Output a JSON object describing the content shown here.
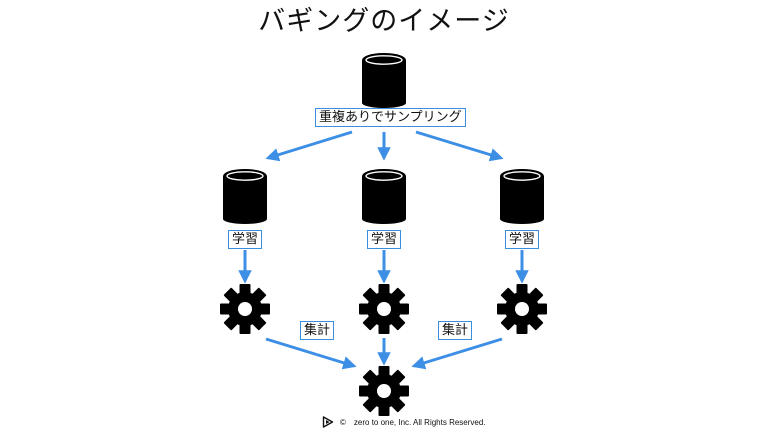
{
  "title": "バギングのイメージ",
  "labels": {
    "sampling": "重複ありでサンプリング",
    "train": "学習",
    "aggregate": "集計"
  },
  "footer": {
    "copyright_symbol": "©",
    "text": "zero to one, Inc. All Rights Reserved.",
    "logo_icon": "play-triangle-logo-icon"
  },
  "colors": {
    "arrow": "#3d8fe6",
    "label_border": "#3a8ee0",
    "icon": "#000000"
  }
}
